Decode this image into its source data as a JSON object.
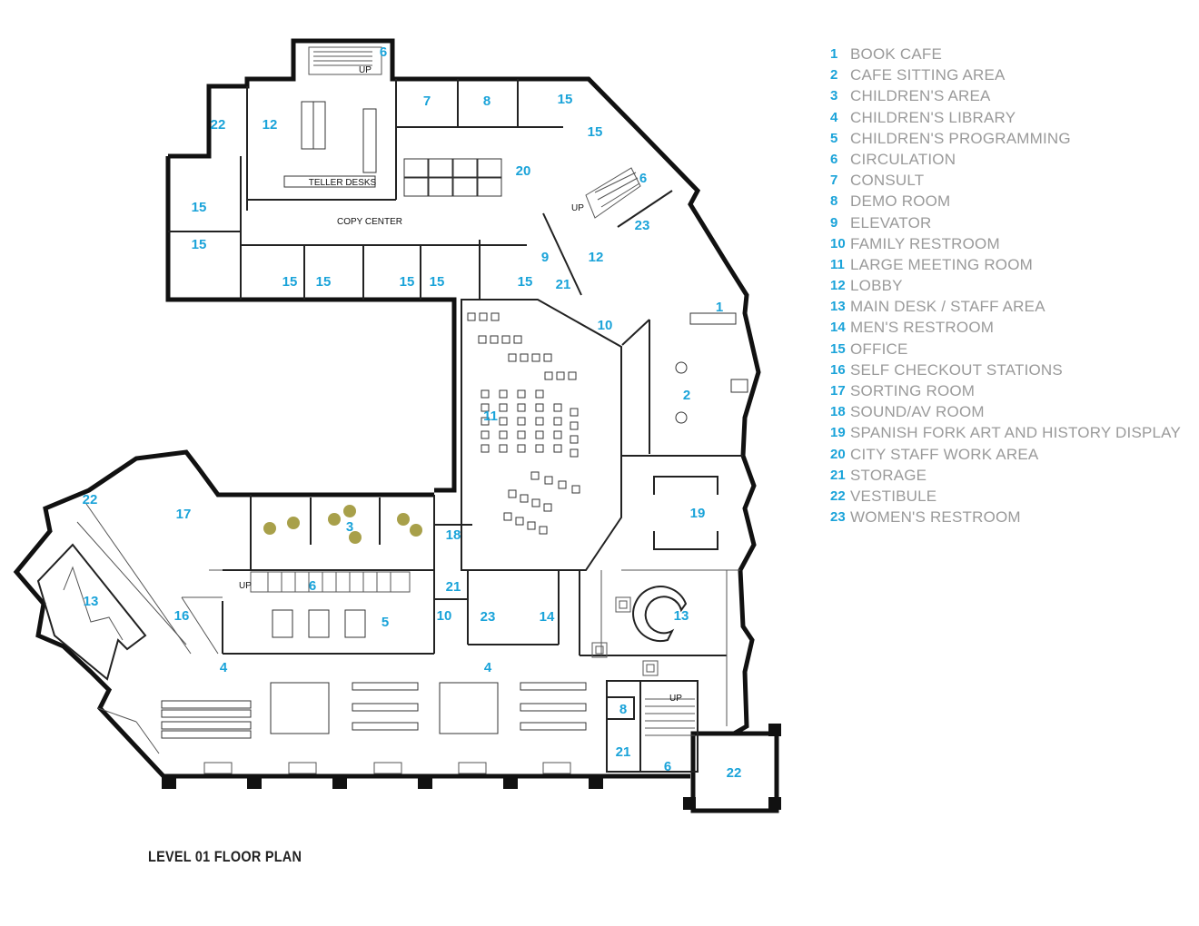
{
  "title": "LEVEL 01 FLOOR PLAN",
  "accent_color": "#1aa3d9",
  "legend": [
    {
      "num": "1",
      "label": "BOOK CAFE"
    },
    {
      "num": "2",
      "label": "CAFE SITTING AREA"
    },
    {
      "num": "3",
      "label": "CHILDREN'S AREA"
    },
    {
      "num": "4",
      "label": "CHILDREN'S LIBRARY"
    },
    {
      "num": "5",
      "label": "CHILDREN'S PROGRAMMING"
    },
    {
      "num": "6",
      "label": "CIRCULATION"
    },
    {
      "num": "7",
      "label": "CONSULT"
    },
    {
      "num": "8",
      "label": "DEMO ROOM"
    },
    {
      "num": "9",
      "label": "ELEVATOR"
    },
    {
      "num": "10",
      "label": "FAMILY RESTROOM"
    },
    {
      "num": "11",
      "label": "LARGE MEETING ROOM"
    },
    {
      "num": "12",
      "label": "LOBBY"
    },
    {
      "num": "13",
      "label": "MAIN DESK / STAFF AREA"
    },
    {
      "num": "14",
      "label": "MEN'S RESTROOM"
    },
    {
      "num": "15",
      "label": "OFFICE"
    },
    {
      "num": "16",
      "label": "SELF CHECKOUT STATIONS"
    },
    {
      "num": "17",
      "label": "SORTING ROOM"
    },
    {
      "num": "18",
      "label": "SOUND/AV ROOM"
    },
    {
      "num": "19",
      "label": "SPANISH FORK ART AND HISTORY DISPLAY"
    },
    {
      "num": "20",
      "label": "CITY STAFF WORK AREA"
    },
    {
      "num": "21",
      "label": "STORAGE"
    },
    {
      "num": "22",
      "label": "VESTIBULE"
    },
    {
      "num": "23",
      "label": "WOMEN'S RESTROOM"
    }
  ],
  "plan_labels": {
    "teller_desks": "TELLER DESKS",
    "copy_center": "COPY CENTER",
    "up": "UP"
  },
  "room_tags": [
    "6",
    "12",
    "22",
    "7",
    "8",
    "15",
    "15",
    "20",
    "15",
    "15",
    "6",
    "23",
    "12",
    "9",
    "15",
    "15",
    "15",
    "15",
    "15",
    "21",
    "1",
    "10",
    "11",
    "2",
    "19",
    "22",
    "17",
    "3",
    "18",
    "6",
    "13",
    "16",
    "5",
    "21",
    "10",
    "23",
    "14",
    "13",
    "4",
    "4",
    "8",
    "21",
    "6",
    "22"
  ]
}
